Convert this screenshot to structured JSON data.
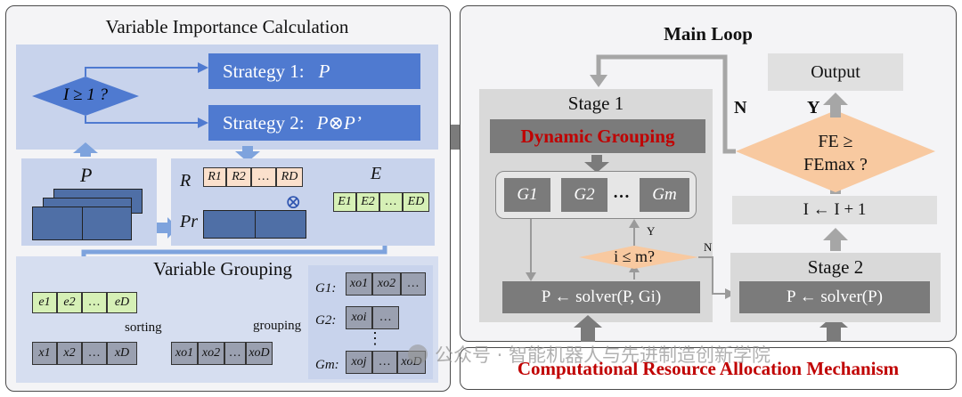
{
  "left": {
    "vic_title": "Variable Importance Calculation",
    "decision": "I ≥ 1 ?",
    "strategy1": "Strategy 1:",
    "strategy1_sym": "P",
    "strategy2": "Strategy 2:",
    "strategy2_sym": "P⊗P’",
    "p_label": "P",
    "r_label": "R",
    "r_cells": [
      "R1",
      "R2",
      "…",
      "RD"
    ],
    "otimes": "⊗",
    "e_label": "E",
    "e_cells": [
      "E1",
      "E2",
      "…",
      "ED"
    ],
    "pr_label": "Pr",
    "vg_title": "Variable Grouping",
    "e_small_cells": [
      "e1",
      "e2",
      "…",
      "eD"
    ],
    "x_cells": [
      "x1",
      "x2",
      "…",
      "xD"
    ],
    "sorting": "sorting",
    "xo_cells": [
      "xo1",
      "xo2",
      "…",
      "xoD"
    ],
    "grouping": "grouping",
    "g1_label": "G1:",
    "g1_cells": [
      "xo1",
      "xo2",
      "…"
    ],
    "g2_label": "G2:",
    "g2_cells": [
      "xoi",
      "…"
    ],
    "vdots": "⋮",
    "gm_label": "Gm:",
    "gm_cells": [
      "xoj",
      "…",
      "xoD"
    ]
  },
  "right": {
    "main_loop": "Main Loop",
    "stage1": "Stage 1",
    "dynamic_grouping": "Dynamic Grouping",
    "groups": [
      "G1",
      "G2",
      "…",
      "Gm"
    ],
    "condition": "i ≤ m?",
    "y_small": "Y",
    "n_small": "N",
    "solver_i": "P ← solver(P, Gi)",
    "stage2": "Stage 2",
    "solver": "P ← solver(P)",
    "increment": "I ← I + 1",
    "fe_check_1": "FE ≥",
    "fe_check_2": "FEmax ?",
    "output": "Output",
    "n_big": "N",
    "y_big": "Y",
    "bottom_bar": "Computational Resource Allocation Mechanism"
  },
  "watermark": "公众号 · 智能机器人与先进制造创新学院",
  "colors": {
    "blue_panel": "#c8d3ec",
    "blue_bar": "#4f7ad0",
    "arrow_blue": "#7ea3dd",
    "peach": "#fbe0cc",
    "green": "#d6f0b6",
    "dark_gray": "#7b7b7b",
    "light_gray": "#e0e0e0",
    "red_text": "#c00000",
    "diamond_peach": "#f8c9a0"
  }
}
